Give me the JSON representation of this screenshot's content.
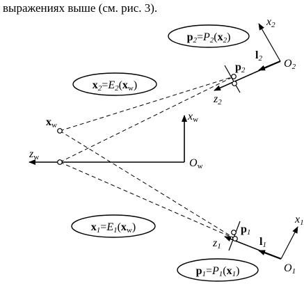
{
  "caption": "выражениях выше (см. рис. 3).",
  "equations": {
    "p2": {
      "lhs": "p",
      "lhs_sub": "2",
      "eq": "=",
      "fn": "P",
      "fn_sub": "2",
      "arg": "x",
      "arg_sub": "2"
    },
    "x2": {
      "lhs": "x",
      "lhs_sub": "2",
      "eq": "=",
      "fn": "E",
      "fn_sub": "2",
      "arg": "x",
      "arg_sub": "w"
    },
    "x1": {
      "lhs": "x",
      "lhs_sub": "1",
      "eq": "=",
      "fn": "E",
      "fn_sub": "1",
      "arg": "x",
      "arg_sub": "w"
    },
    "p1": {
      "lhs": "p",
      "lhs_sub": "1",
      "eq": "=",
      "fn": "P",
      "fn_sub": "1",
      "arg": "x",
      "arg_sub": "1"
    }
  },
  "labels": {
    "x2_axis": {
      "main": "x",
      "sub": "2"
    },
    "O2": {
      "main": "O",
      "sub": "2"
    },
    "l2": {
      "main": "l",
      "sub": "2"
    },
    "p2_pt": {
      "main": "p",
      "sub": "2"
    },
    "z2": {
      "main": "z",
      "sub": "2"
    },
    "xw_pt": {
      "main": "x",
      "sub": "w"
    },
    "xw_axis": {
      "main": "x",
      "sub": "w"
    },
    "zw_axis": {
      "main": "z",
      "sub": "w"
    },
    "Ow": {
      "main": "O",
      "sub": "w"
    },
    "x1_axis": {
      "main": "x",
      "sub": "1"
    },
    "p1_pt": {
      "main": "p",
      "sub": "1"
    },
    "z1": {
      "main": "z",
      "sub": "1"
    },
    "l1": {
      "main": "l",
      "sub": "1"
    },
    "O1": {
      "main": "O",
      "sub": "1"
    }
  }
}
